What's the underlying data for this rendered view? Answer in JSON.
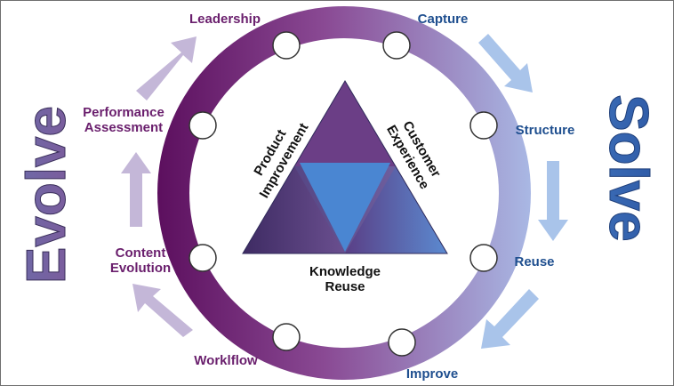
{
  "diagram": {
    "left_side_title": "Evolve",
    "right_side_title": "Solve",
    "stages": {
      "leadership": "Leadership",
      "capture": "Capture",
      "performance_assessment": [
        "Performance",
        "Assessment"
      ],
      "structure": "Structure",
      "content_evolution": [
        "Content",
        "Evolution"
      ],
      "reuse": "Reuse",
      "workflow": "Worklflow",
      "improve": "Improve"
    },
    "center": {
      "product_improvement": [
        "Product",
        "Improvement"
      ],
      "customer_experience": [
        "Customer",
        "Experience"
      ],
      "knowledge_reuse": [
        "Knowledge",
        "Reuse"
      ]
    },
    "colors": {
      "purple_dark": "#5c0f5e",
      "purple_text": "#6a1f6d",
      "blue_text": "#1f4f8f",
      "periwinkle": "#9aaad8",
      "arrow_purple": "#c4b7d8",
      "arrow_blue": "#a9c4ea",
      "inner_triangle": "#4a86d2",
      "evolve_fill": "#7a6aa6",
      "solve_fill": "#3463a8"
    }
  }
}
